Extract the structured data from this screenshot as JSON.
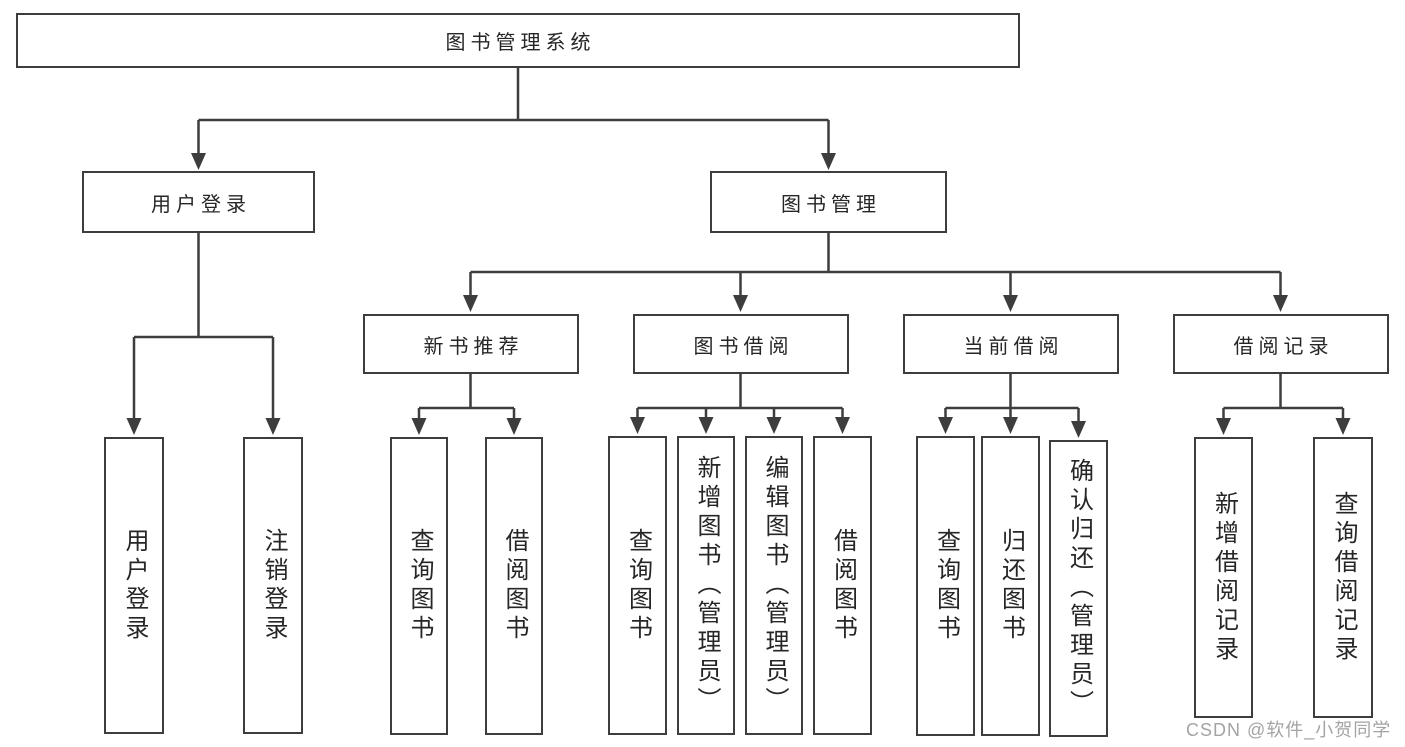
{
  "diagram": {
    "title": "图书管理系统",
    "level2": [
      {
        "label": "用户登录"
      },
      {
        "label": "图书管理"
      }
    ],
    "level3": [
      {
        "label": "新书推荐"
      },
      {
        "label": "图书借阅"
      },
      {
        "label": "当前借阅"
      },
      {
        "label": "借阅记录"
      }
    ],
    "leaves": [
      {
        "label": "用户登录"
      },
      {
        "label": "注销登录"
      },
      {
        "label": "查询图书"
      },
      {
        "label": "借阅图书"
      },
      {
        "label": "查询图书"
      },
      {
        "label": "新增图书（管理员）"
      },
      {
        "label": "编辑图书（管理员）"
      },
      {
        "label": "借阅图书"
      },
      {
        "label": "查询图书"
      },
      {
        "label": "归还图书"
      },
      {
        "label": "确认归还（管理员）"
      },
      {
        "label": "新增借阅记录"
      },
      {
        "label": "查询借阅记录"
      }
    ],
    "colors": {
      "line": "#3d3d3d",
      "text": "#262626",
      "box_fill": "#ffffff"
    }
  },
  "watermark": {
    "text": "CSDN @软件_小贺同学",
    "color": "#a3a3a3"
  }
}
